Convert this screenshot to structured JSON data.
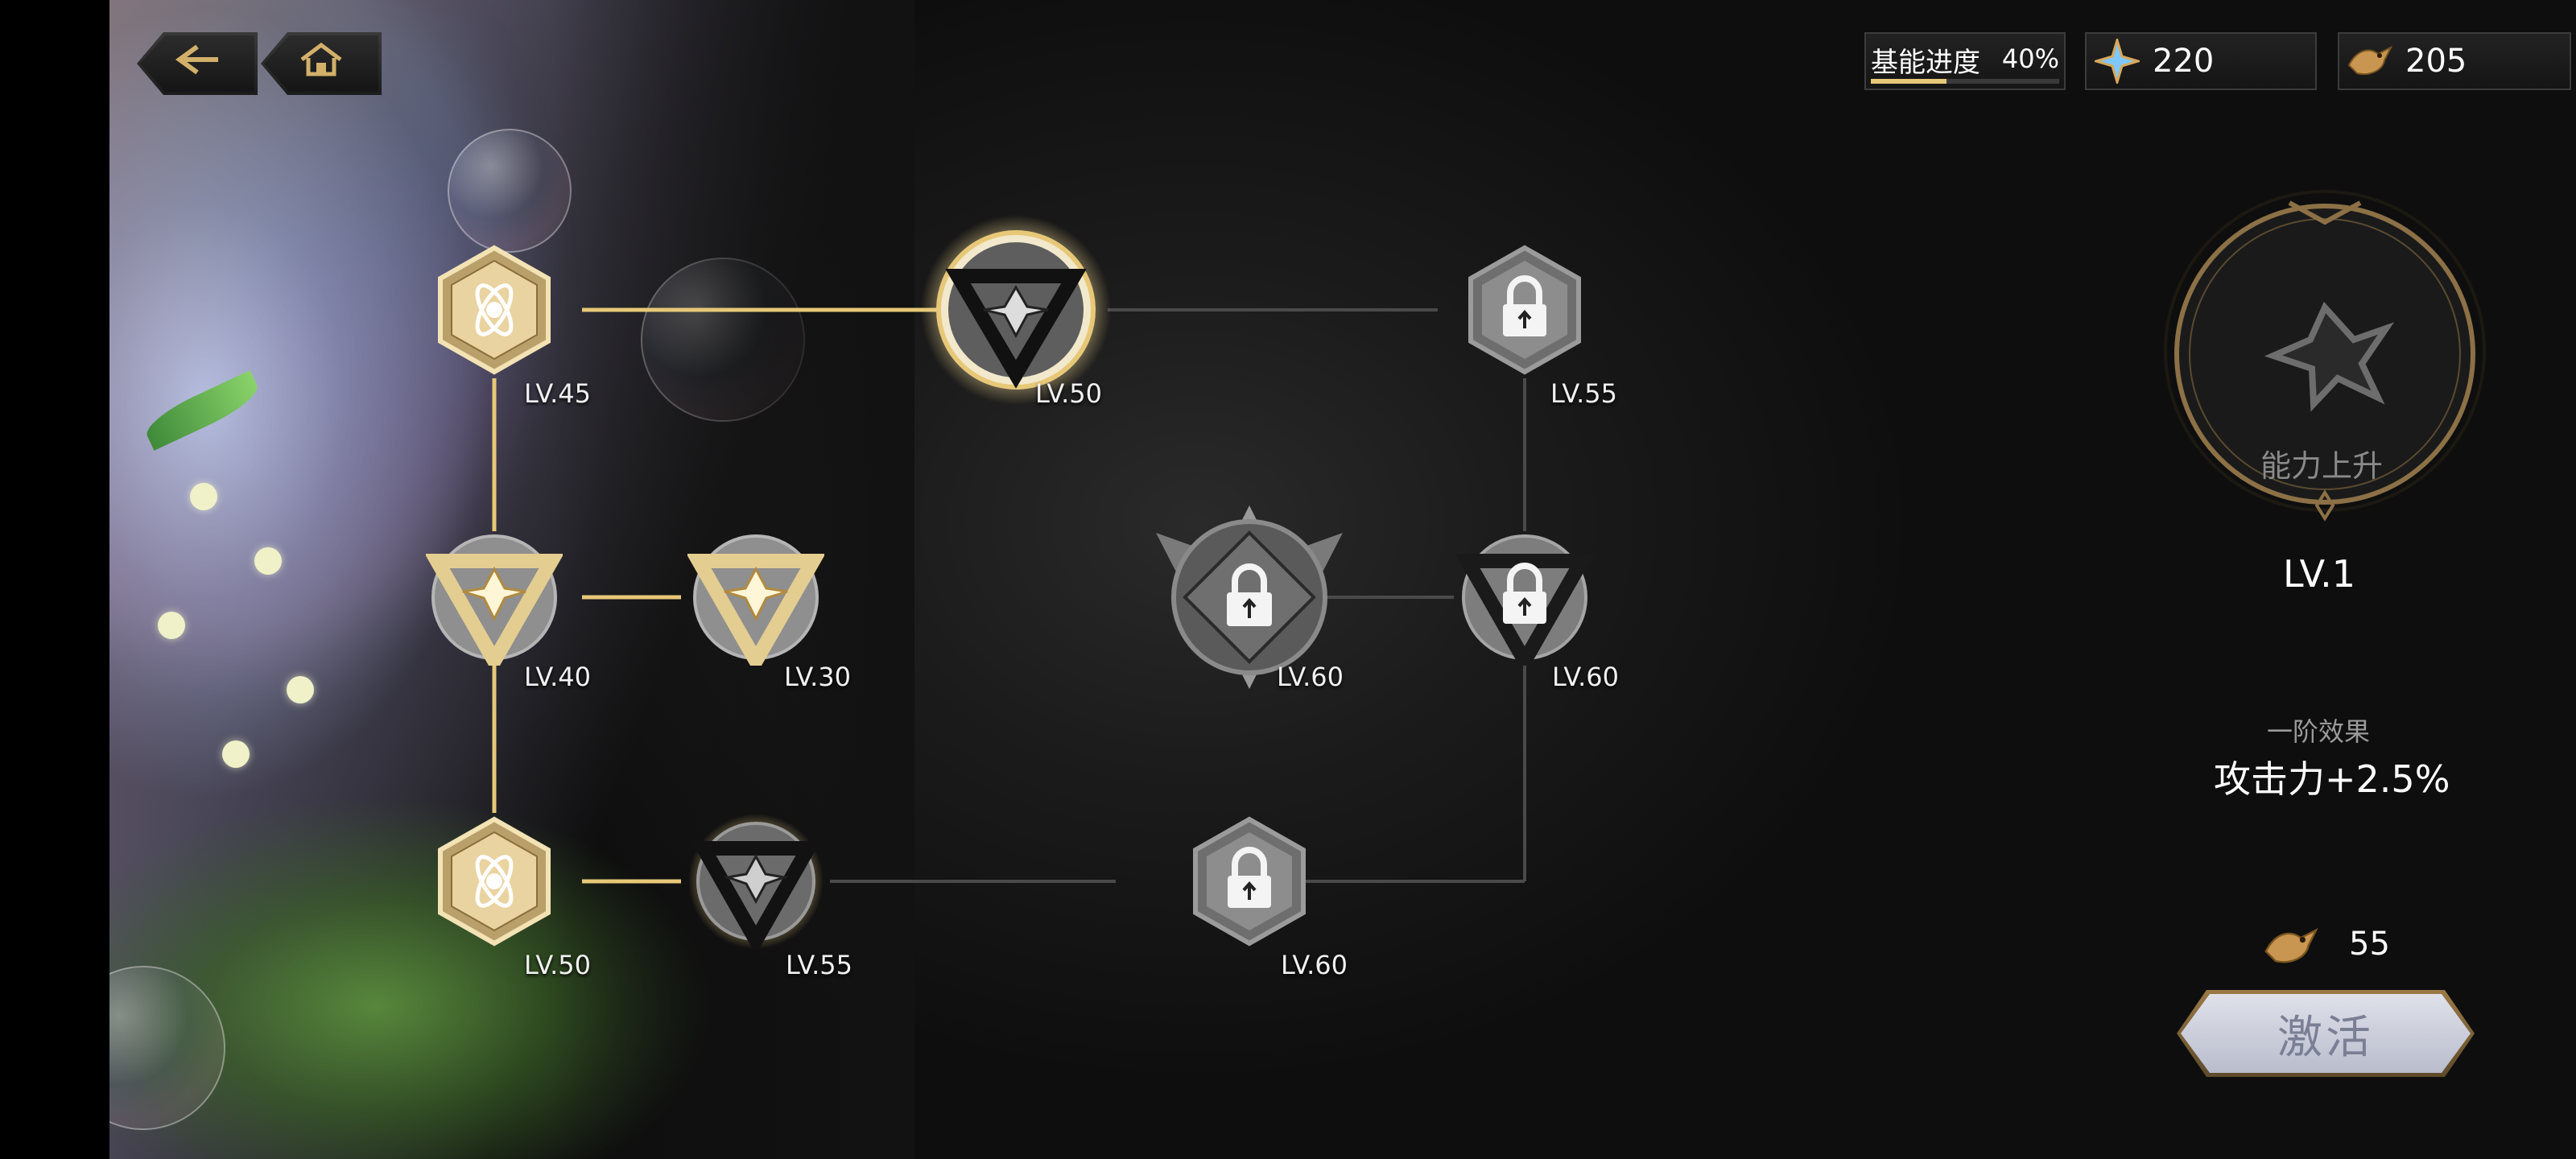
{
  "nav": {
    "back_icon": "back-arrow-icon",
    "home_icon": "home-icon"
  },
  "header": {
    "progress": {
      "label": "基能进度",
      "percent_text": "40%",
      "percent": 40
    },
    "currency1": {
      "icon": "crystal-shard-icon",
      "value": "220"
    },
    "currency2": {
      "icon": "bird-token-icon",
      "value": "205"
    }
  },
  "tree": {
    "nodes": [
      {
        "id": "n1",
        "label": "LV.45",
        "state": "activated",
        "shape": "hexagon",
        "icon": "atom-emblem-icon"
      },
      {
        "id": "n2",
        "label": "LV.50",
        "state": "selected",
        "shape": "circle-triangle",
        "icon": "star-emblem-icon"
      },
      {
        "id": "n3",
        "label": "LV.55",
        "state": "locked",
        "shape": "hexagon",
        "icon": "lock-icon"
      },
      {
        "id": "n4",
        "label": "LV.40",
        "state": "activated",
        "shape": "circle-triangle",
        "icon": "star-emblem-icon"
      },
      {
        "id": "n5",
        "label": "LV.30",
        "state": "activated",
        "shape": "circle-triangle",
        "icon": "star-emblem-icon"
      },
      {
        "id": "n6",
        "label": "LV.60",
        "state": "locked",
        "shape": "winged",
        "icon": "lock-icon"
      },
      {
        "id": "n7",
        "label": "LV.60",
        "state": "locked",
        "shape": "circle-triangle",
        "icon": "lock-icon"
      },
      {
        "id": "n8",
        "label": "LV.50",
        "state": "activated",
        "shape": "hexagon",
        "icon": "atom-emblem-icon"
      },
      {
        "id": "n9",
        "label": "LV.55",
        "state": "available",
        "shape": "circle-triangle",
        "icon": "star-emblem-icon"
      },
      {
        "id": "n10",
        "label": "LV.60",
        "state": "locked",
        "shape": "hexagon",
        "icon": "lock-icon"
      }
    ]
  },
  "detail": {
    "name": "能力上升",
    "level": "LV.1",
    "effect_title": "一阶效果",
    "effect_value": "攻击力+2.5%",
    "cost_icon": "bird-token-icon",
    "cost_value": "55",
    "activate_label": "激活"
  },
  "colors": {
    "gold": "#e7c878",
    "line_inactive": "#4a4a4a",
    "panel_text": "#ffffff"
  }
}
